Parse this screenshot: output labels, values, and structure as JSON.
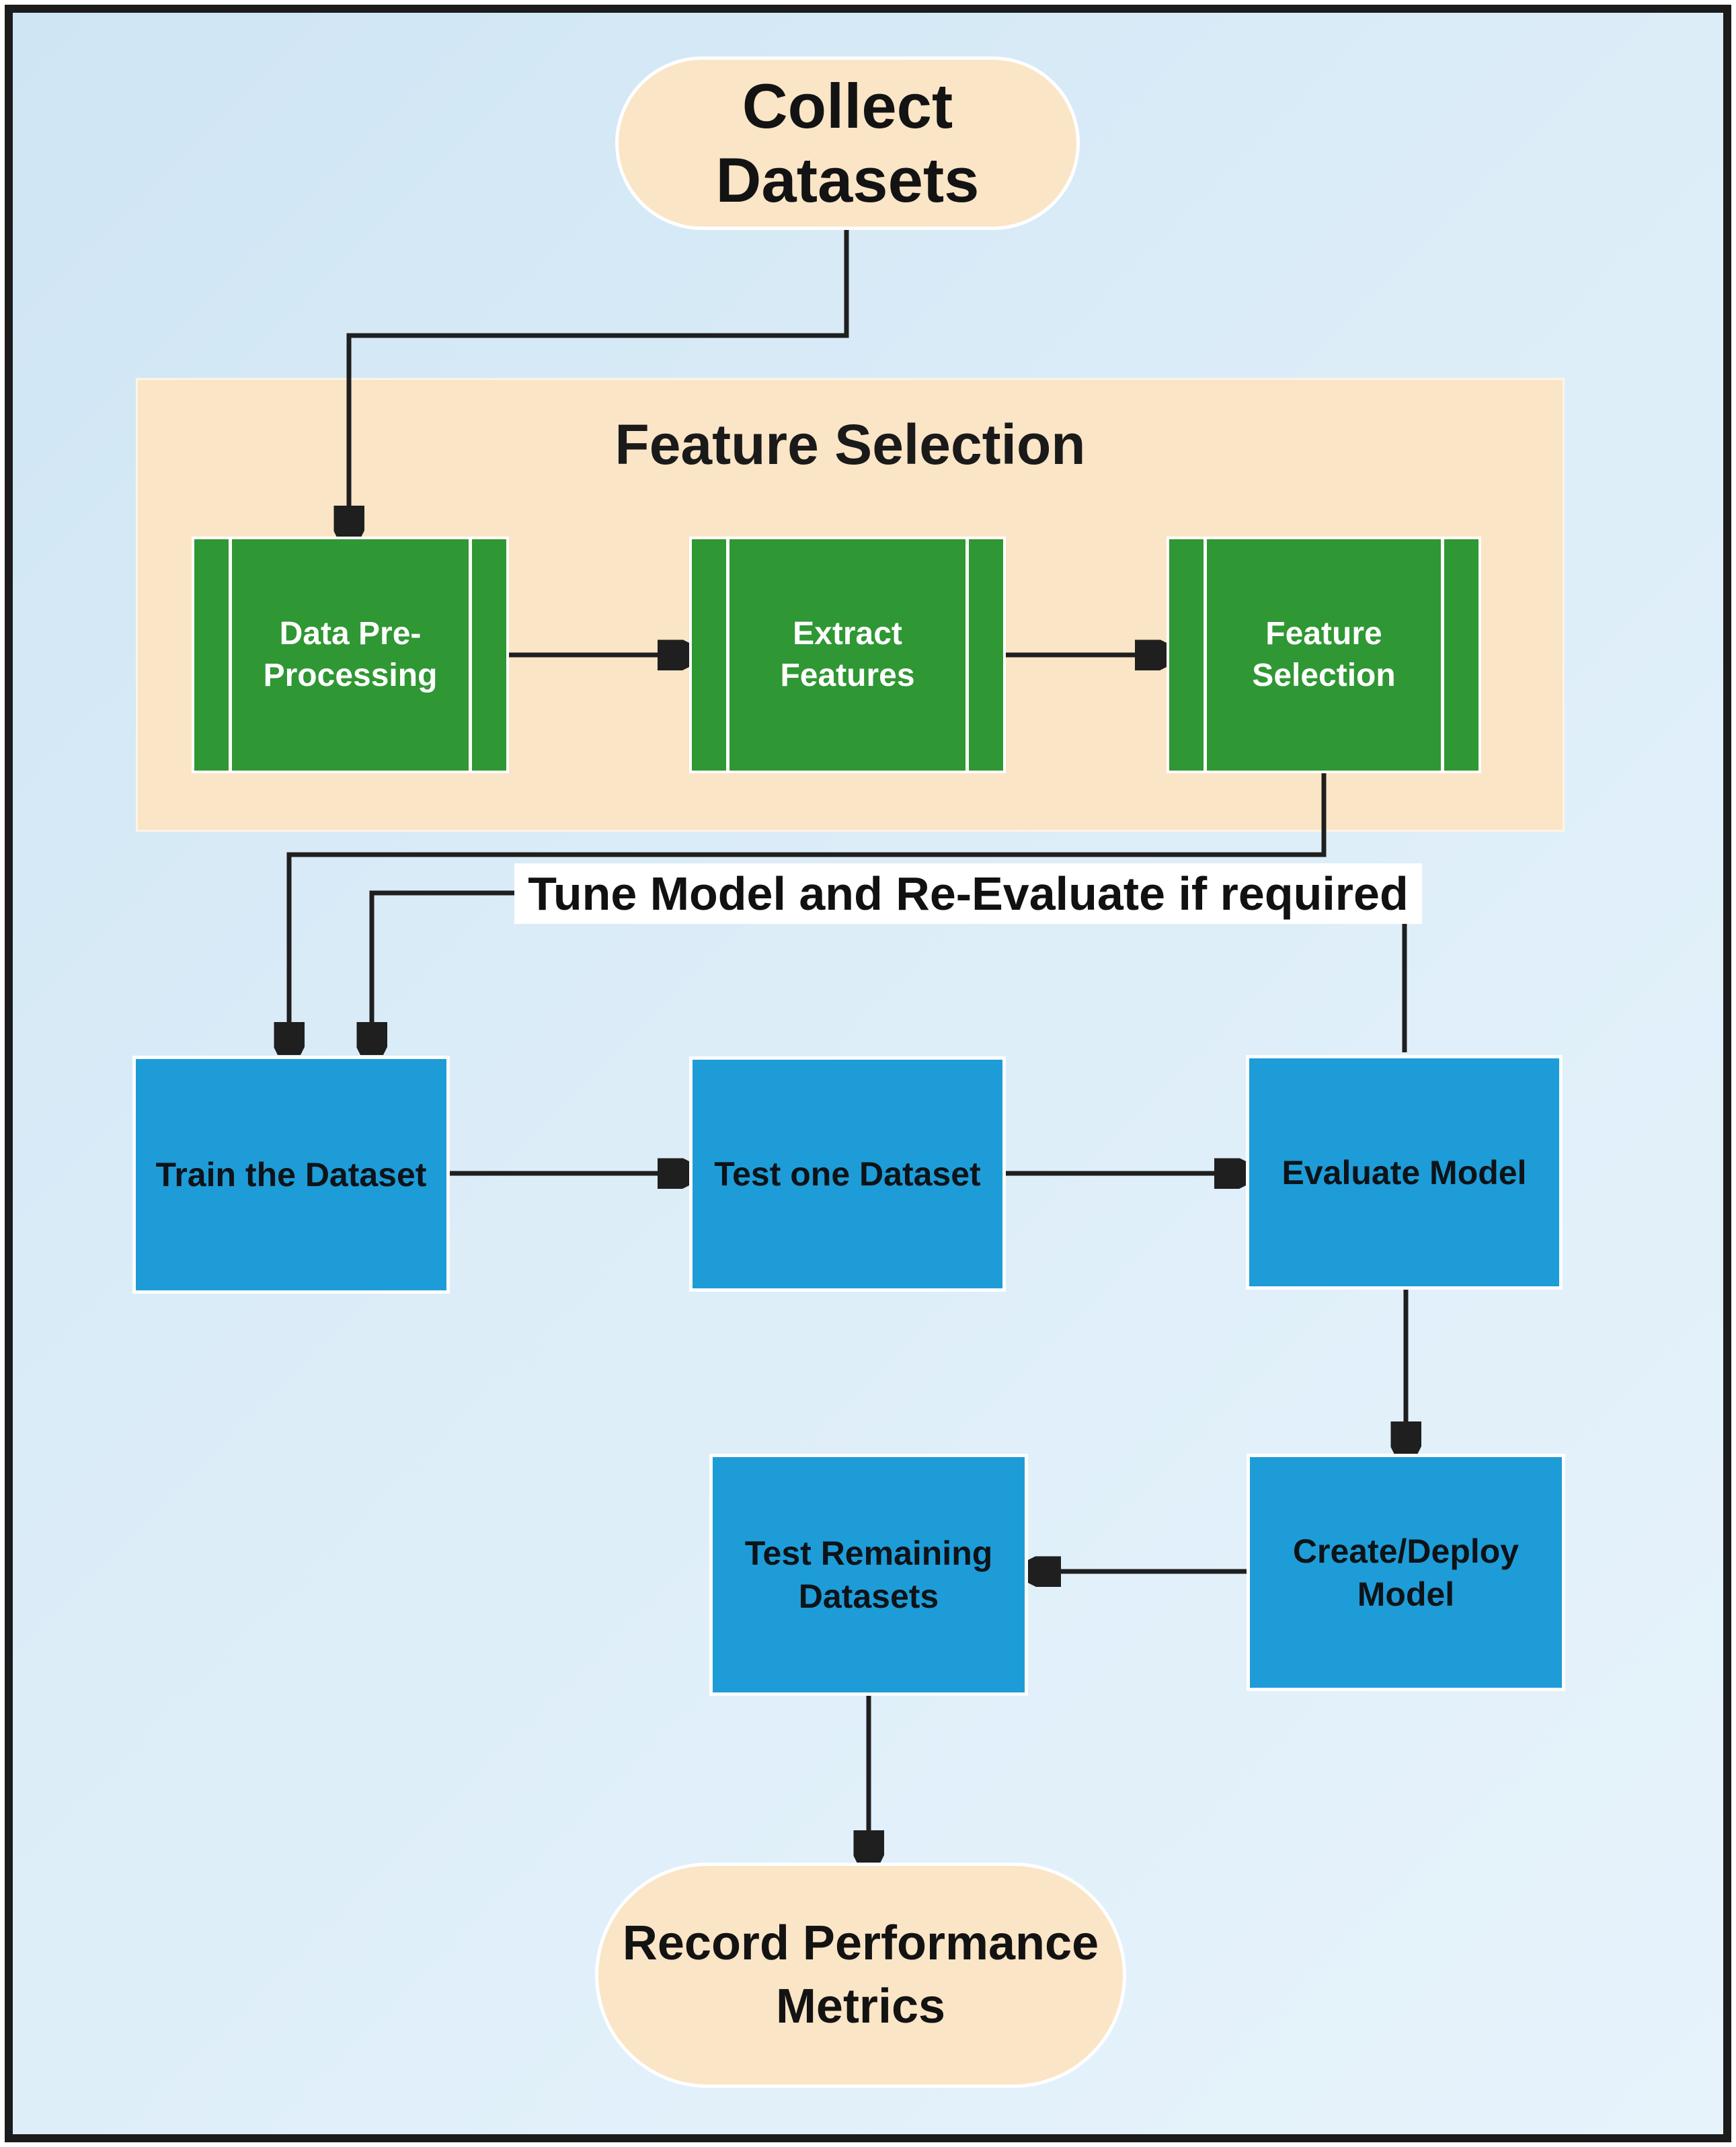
{
  "colors": {
    "background_blue": "#dcedf8",
    "frame_border": "#1c1c1c",
    "terminator_peach": "#fbe5c7",
    "group_peach": "#fbe5c7",
    "process_green": "#2f9733",
    "process_blue": "#1e9cd7",
    "connector_line": "#1f1f1f",
    "feedback_label_background": "#ffffff",
    "green_text": "#ffffff",
    "text": "#131313"
  },
  "flowchart": {
    "start": {
      "label": "Collect\nDatasets"
    },
    "feature_selection_group": {
      "title": "Feature Selection",
      "steps": [
        {
          "label": "Data Pre-\nProcessing"
        },
        {
          "label": "Extract\nFeatures"
        },
        {
          "label": "Feature\nSelection"
        }
      ]
    },
    "feedback_label": "Tune Model and Re-Evaluate if required",
    "train": {
      "label": "Train the Dataset"
    },
    "test_one": {
      "label": "Test one Dataset"
    },
    "evaluate": {
      "label": "Evaluate Model"
    },
    "create_deploy": {
      "label": "Create/Deploy\nModel"
    },
    "test_remaining": {
      "label": "Test Remaining\nDatasets"
    },
    "end": {
      "label": "Record Performance\nMetrics"
    }
  }
}
